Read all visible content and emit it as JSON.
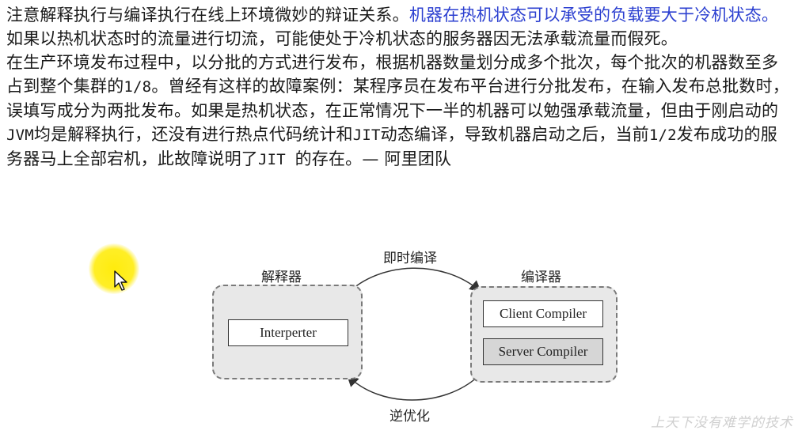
{
  "paragraph1": {
    "lead": "注意解释执行与编译执行在线上环境微妙的辩证关系。",
    "highlight": "机器在热机状态可以承受的负载要大于冷机状态。",
    "rest": "如果以热机状态时的流量进行切流，可能使处于冷机状态的服务器因无法承载流量而假死。"
  },
  "paragraph2": {
    "part1": "在生产环境发布过程中，以分批的方式进行发布，根据机器数量划分成多个批次，每个批次的机器数至多占到整个集群的",
    "fraction1": "1/8",
    "part2": "。曾经有这样的故障案例：某程序员在发布平台进行分批发布，在输入发布总批数时，误填写成分为两批发布。如果是热机状态，在正常情况下一半的机器可以勉强承载流量，但由于刚启动的",
    "jvm": "JVM",
    "part3": "均是解释执行，还没有进行热点代码统计和",
    "jit1": "JIT",
    "part4": "动态编译，导致机器启动之后，当前",
    "fraction2": "1/2",
    "part5": "发布成功的服务器马上全部宕机，此故障说明了",
    "jit2": "JIT ",
    "part6": "的存在。— 阿里团队"
  },
  "diagram": {
    "interpreter_title": "解释器",
    "interpreter_box": "Interperter",
    "compiler_title": "编译器",
    "client_compiler": "Client Compiler",
    "server_compiler": "Server Compiler",
    "top_arrow_label": "即时编译",
    "bottom_arrow_label": "逆优化"
  },
  "watermark": "上天下没有难学的技术",
  "colors": {
    "highlight": "#2b3fd0",
    "cursor_halo": "#ffeb00"
  }
}
